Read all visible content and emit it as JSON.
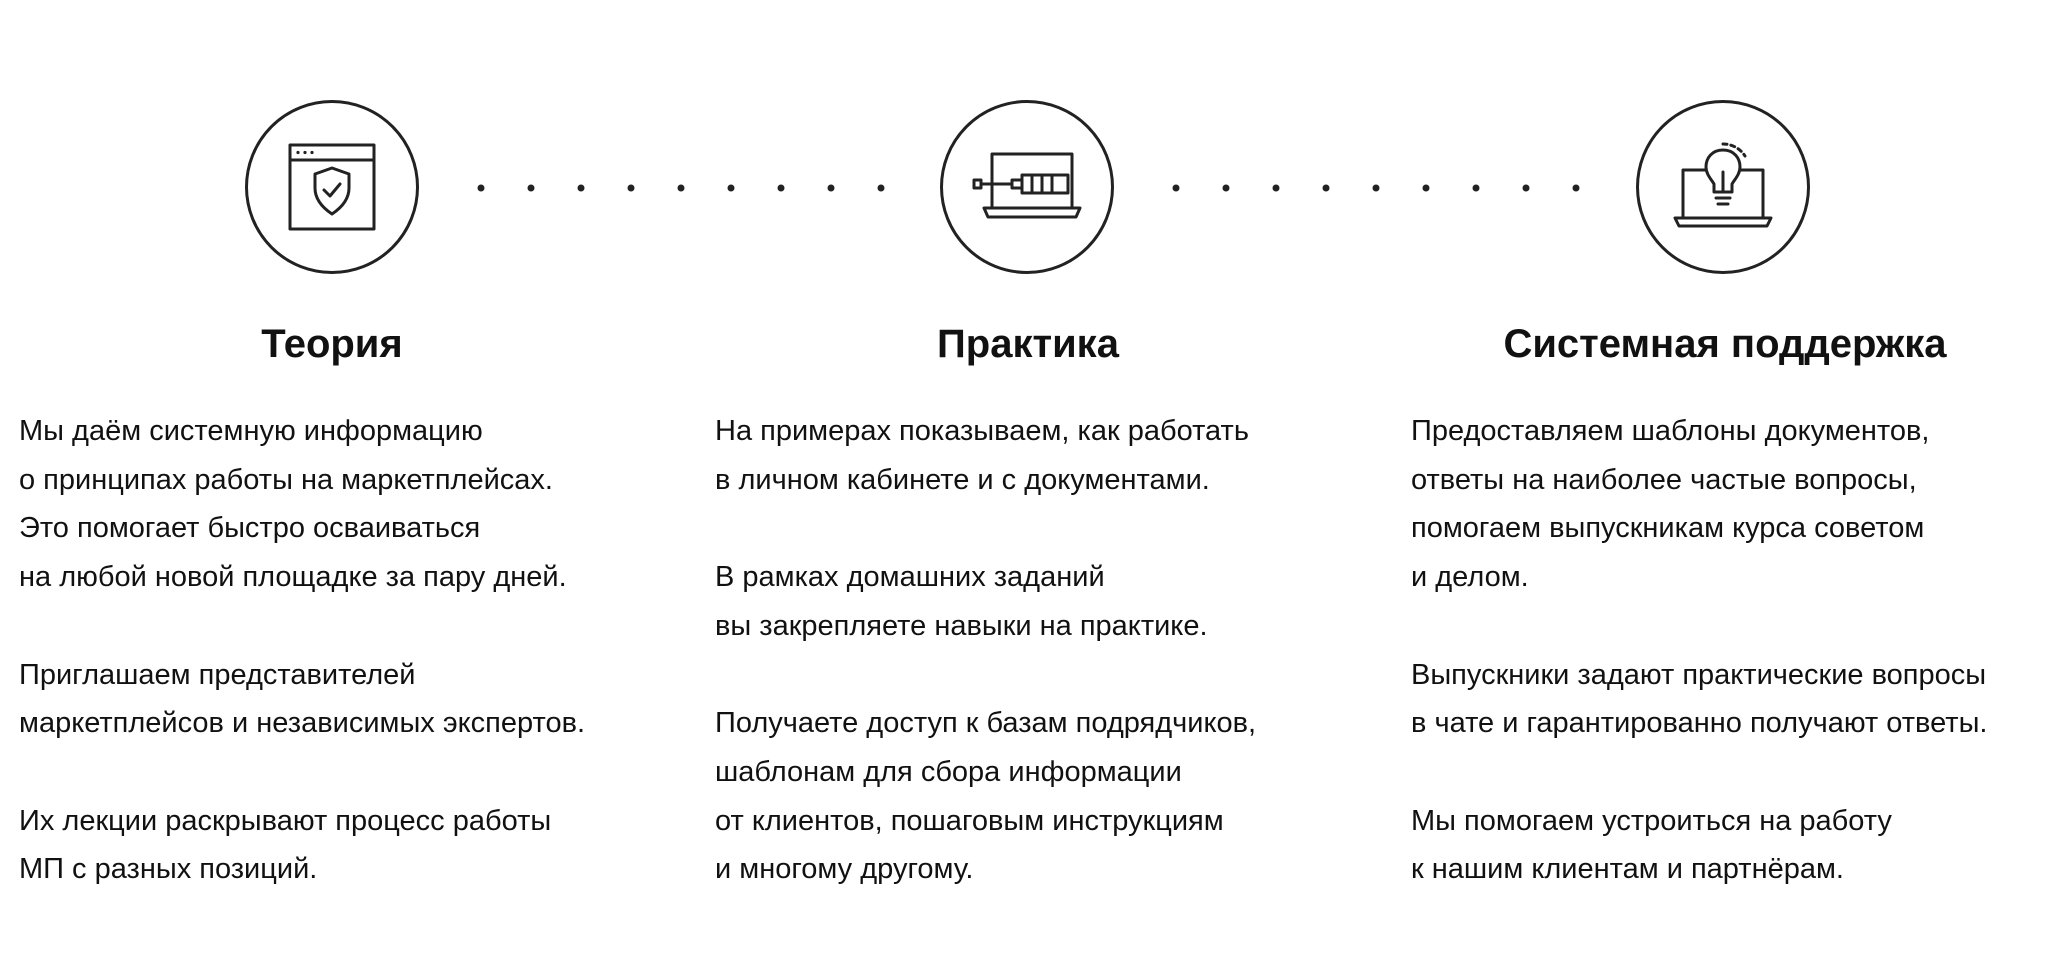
{
  "columns": [
    {
      "icon": "browser-shield-icon",
      "title": "Теория",
      "paragraphs": [
        [
          "Мы даём системную информацию",
          "о принципах работы на маркетплейсах.",
          "Это помогает быстро осваиваться",
          "на любой новой площадке за пару дней."
        ],
        [
          "Приглашаем представителей",
          "маркетплейсов и независимых экспертов."
        ],
        [
          "Их лекции раскрывают процесс работы",
          "МП с разных позиций."
        ]
      ]
    },
    {
      "icon": "laptop-screwdriver-icon",
      "title": "Практика",
      "paragraphs": [
        [
          "На примерах показываем, как работать",
          "в личном кабинете и с документами."
        ],
        [
          "В рамках домашних заданий",
          "вы закрепляете навыки на практике."
        ],
        [
          "Получаете доступ к базам подрядчиков,",
          "шаблонам для сбора информации",
          "от клиентов, пошаговым инструкциям",
          "и многому другому."
        ]
      ]
    },
    {
      "icon": "laptop-lightbulb-icon",
      "title": "Системная поддержка",
      "paragraphs": [
        [
          "Предоставляем шаблоны документов,",
          "ответы на наиболее частые вопросы,",
          "помогаем выпускникам курса советом",
          "и делом."
        ],
        [
          "Выпускники задают практические вопросы",
          "в чате и гарантированно получают ответы."
        ],
        [
          "Мы помогаем устроиться на работу",
          "к нашим клиентам и партнёрам."
        ]
      ]
    }
  ],
  "colors": {
    "text": "#111111",
    "icon_stroke": "#222222",
    "background": "#ffffff"
  }
}
